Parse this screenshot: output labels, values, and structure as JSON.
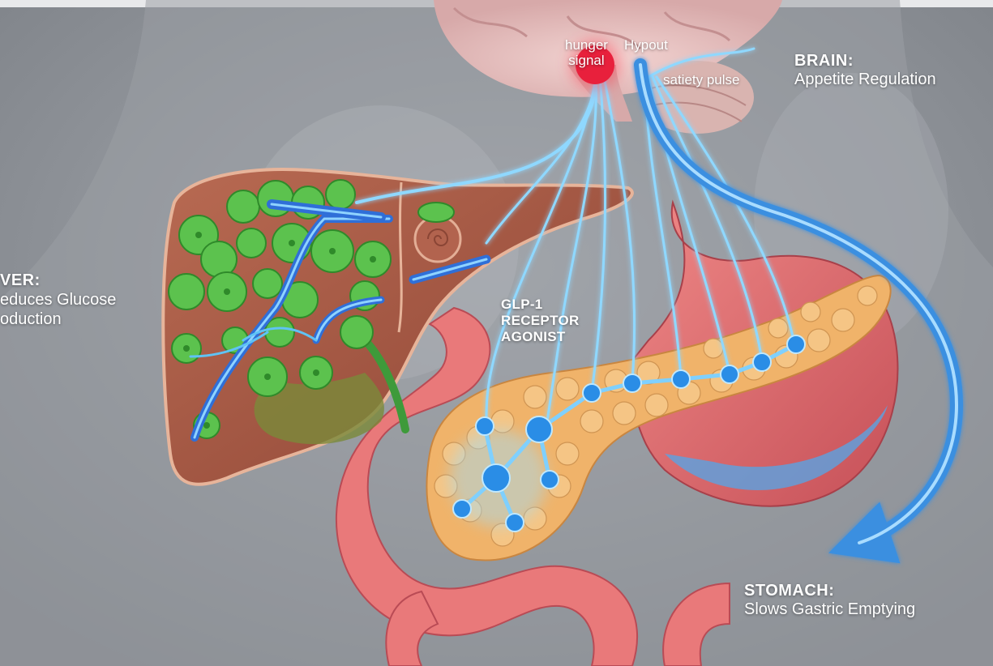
{
  "brain": {
    "heading": "BRAIN:",
    "description": "Appetite Regulation"
  },
  "liver": {
    "heading": "VER:",
    "line1": "educes Glucose",
    "line2": "oduction"
  },
  "stomach": {
    "heading": "STOMACH:",
    "description": "Slows Gastric Emptying"
  },
  "agonist": {
    "line1": "GLP-1",
    "line2": "RECEPTOR",
    "line3": "AGONIST"
  },
  "signals": {
    "hunger_line1": "hunger",
    "hunger_line2": "signal",
    "hypout": "Hypout",
    "satiety": "satiety pulse"
  },
  "colors": {
    "background": "#8e9298",
    "liver": "#a85a45",
    "cells": "#5cc24e",
    "pancreas": "#f0b36a",
    "intestine": "#e9797a",
    "signal": "#5fc3f5",
    "hunger_dot": "#e8203c"
  }
}
